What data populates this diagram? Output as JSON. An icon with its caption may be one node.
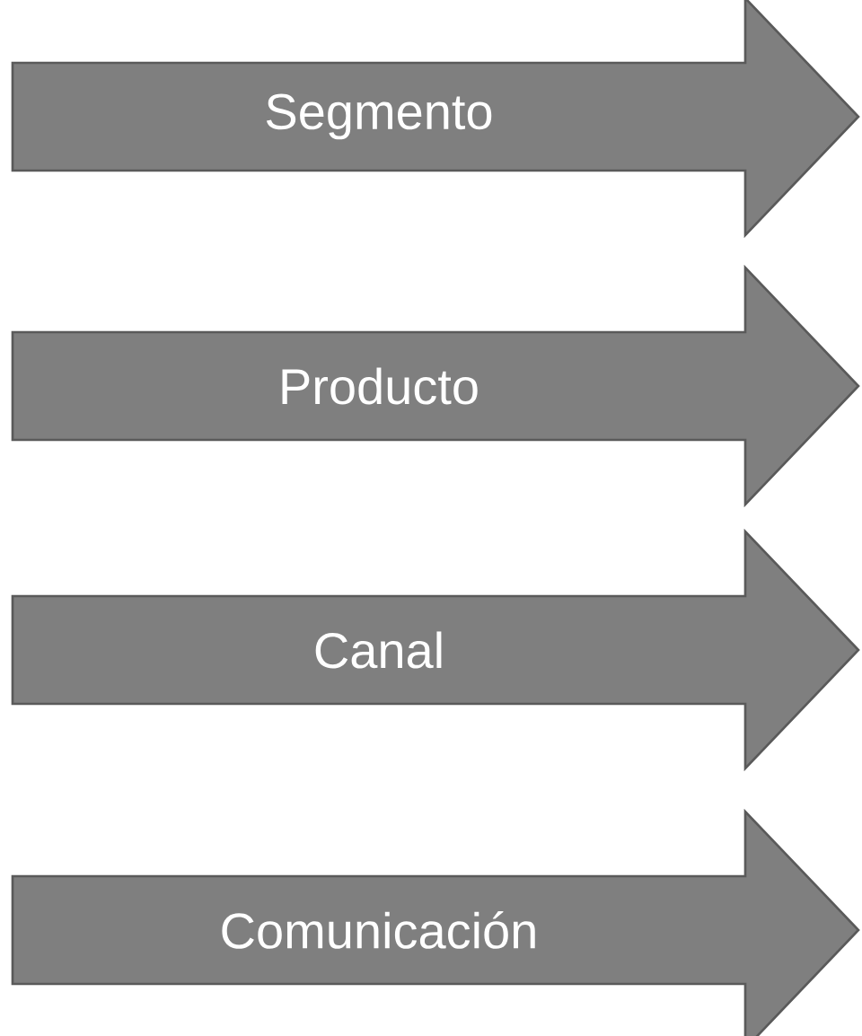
{
  "diagram": {
    "nodes": [
      {
        "text": [
          "Segmento"
        ]
      },
      {
        "text": [
          "Producto"
        ]
      },
      {
        "text": [
          "Canal"
        ]
      },
      {
        "text": [
          "Comunicación"
        ]
      }
    ]
  }
}
